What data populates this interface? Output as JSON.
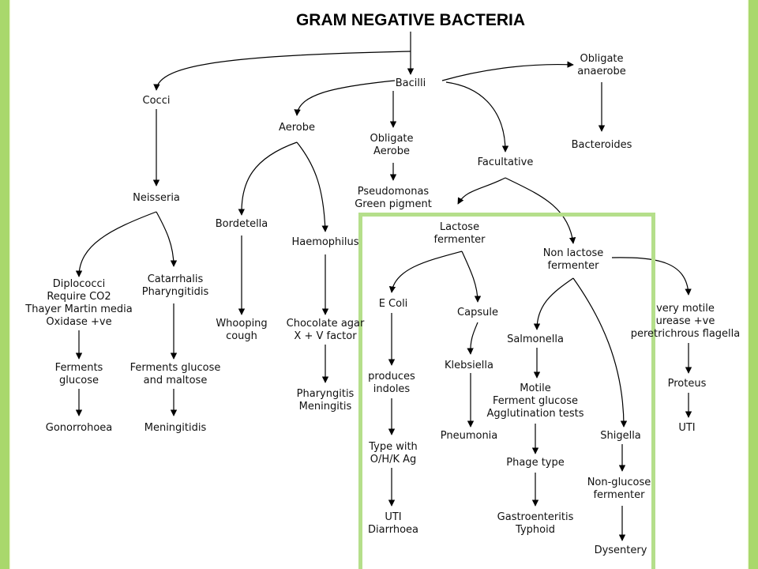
{
  "title": "GRAM NEGATIVE BACTERIA",
  "nodes": {
    "cocci": [
      "Cocci"
    ],
    "bacilli": [
      "Bacilli"
    ],
    "obligate_anaerobe": [
      "Obligate",
      "anaerobe"
    ],
    "aerobe": [
      "Aerobe"
    ],
    "obligate_aerobe": [
      "Obligate",
      "Aerobe"
    ],
    "bacteroides": [
      "Bacteroides"
    ],
    "facultative": [
      "Facultative"
    ],
    "neisseria": [
      "Neisseria"
    ],
    "bordetella": [
      "Bordetella"
    ],
    "haemophilus": [
      "Haemophilus"
    ],
    "pseudomonas": [
      "Pseudomonas",
      "Green pigment"
    ],
    "lactose_fermenter": [
      "Lactose",
      "fermenter"
    ],
    "non_lactose_fermenter": [
      "Non lactose",
      "fermenter"
    ],
    "diplococci": [
      "Diplococci",
      "Require CO2",
      "Thayer Martin media",
      "Oxidase +ve"
    ],
    "catarrhalis": [
      "Catarrhalis",
      "Pharyngitidis"
    ],
    "whooping_cough": [
      "Whooping",
      "cough"
    ],
    "chocolate_agar": [
      "Chocolate agar",
      "X + V factor"
    ],
    "e_coli": [
      "E Coli"
    ],
    "capsule": [
      "Capsule"
    ],
    "very_motile": [
      "very motile",
      "urease +ve",
      "peretrichrous flagella"
    ],
    "salmonella": [
      "Salmonella"
    ],
    "ferments_glucose": [
      "Ferments",
      "glucose"
    ],
    "ferments_glucose_maltose": [
      "Ferments glucose",
      "and maltose"
    ],
    "klebsiella": [
      "Klebsiella"
    ],
    "produces_indoles": [
      "produces",
      "indoles"
    ],
    "proteus": [
      "Proteus"
    ],
    "pharyngitis_meningitis": [
      "Pharyngitis",
      "Meningitis"
    ],
    "motile_ferment": [
      "Motile",
      "Ferment glucose",
      "Agglutination tests"
    ],
    "gonorrohoea": [
      "Gonorrohoea"
    ],
    "meningitidis": [
      "Meningitidis"
    ],
    "pneumonia": [
      "Pneumonia"
    ],
    "shigella": [
      "Shigella"
    ],
    "uti_proteus": [
      "UTI"
    ],
    "type_with_ag": [
      "Type with",
      "O/H/K Ag"
    ],
    "phage_type": [
      "Phage type"
    ],
    "non_glucose_fermenter": [
      "Non-glucose",
      "fermenter"
    ],
    "uti_diarrhoea": [
      "UTI",
      "Diarrhoea"
    ],
    "gastroenteritis_typhoid": [
      "Gastroenteritis",
      "Typhoid"
    ],
    "dysentery": [
      "Dysentery"
    ]
  },
  "colors": {
    "accent_bar": "#a9d86c",
    "highlight_box": "#b5df8b",
    "lines": "#000000"
  }
}
